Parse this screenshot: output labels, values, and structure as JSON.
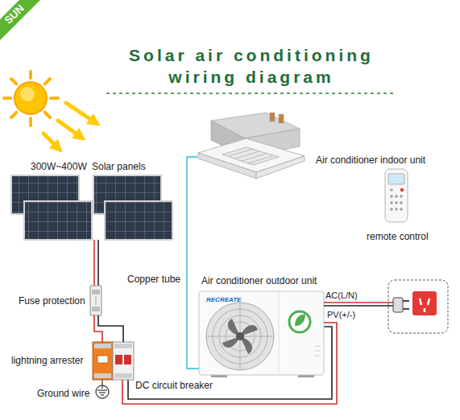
{
  "diagram": {
    "title": "Solar air conditioning wiring diagram",
    "nodes": [
      {
        "text": [
          "300W~400W",
          "Solar panels"
        ]
      },
      {
        "text": [
          "Fuse protection"
        ]
      },
      {
        "text": [
          "lightning arrester"
        ]
      },
      {
        "text": [
          "DC circuit breaker"
        ]
      },
      {
        "text": [
          "Air conditioner indoor unit"
        ]
      },
      {
        "text": [
          "remote control"
        ]
      },
      {
        "text": [
          "Air conditioner outdoor unit"
        ]
      }
    ],
    "edges": [
      {
        "from": 0,
        "to": 1,
        "arrow": "none"
      },
      {
        "from": 1,
        "to": 2,
        "arrow": "none"
      },
      {
        "from": 1,
        "to": 3,
        "arrow": "none"
      },
      {
        "from": 3,
        "to": 6,
        "label": "PV(+/-)",
        "arrow": "none"
      },
      {
        "from": 4,
        "to": 6,
        "label": "Copper tube",
        "arrow": "none"
      }
    ],
    "labels": [
      "SUN",
      "RECREATE",
      "AC(L/N)",
      "Ground wire"
    ]
  }
}
